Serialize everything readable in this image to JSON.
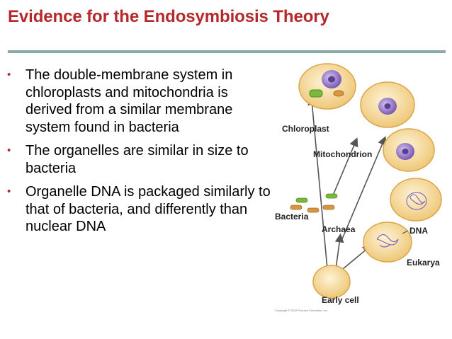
{
  "title": "Evidence for the Endosymbiosis Theory",
  "bullets": [
    {
      "text": "The double-membrane system in chloroplasts and mitochondria is derived from a similar membrane system found in bacteria"
    },
    {
      "text": "The organelles are similar in size to bacteria"
    },
    {
      "text": "Organelle DNA is packaged similarly to that of bacteria, and differently than nuclear DNA"
    }
  ],
  "bullet_marker": "•",
  "figure": {
    "labels": {
      "chloroplast": "Chloroplast",
      "mitochondrion": "Mitochondrion",
      "bacteria": "Bacteria",
      "archaea": "Archaea",
      "dna": "DNA",
      "eukarya": "Eukarya",
      "early_cell": "Early cell"
    },
    "copyright": "Copyright © 2010 Pearson Education, Inc."
  },
  "colors": {
    "title": "#b5292c",
    "rule": "#8aa9a9",
    "cell_fill": "#f7dda0",
    "nucleus": "#8a6fc0",
    "organelle_green": "#7ab83c",
    "bacteria_orange": "#d99540"
  }
}
